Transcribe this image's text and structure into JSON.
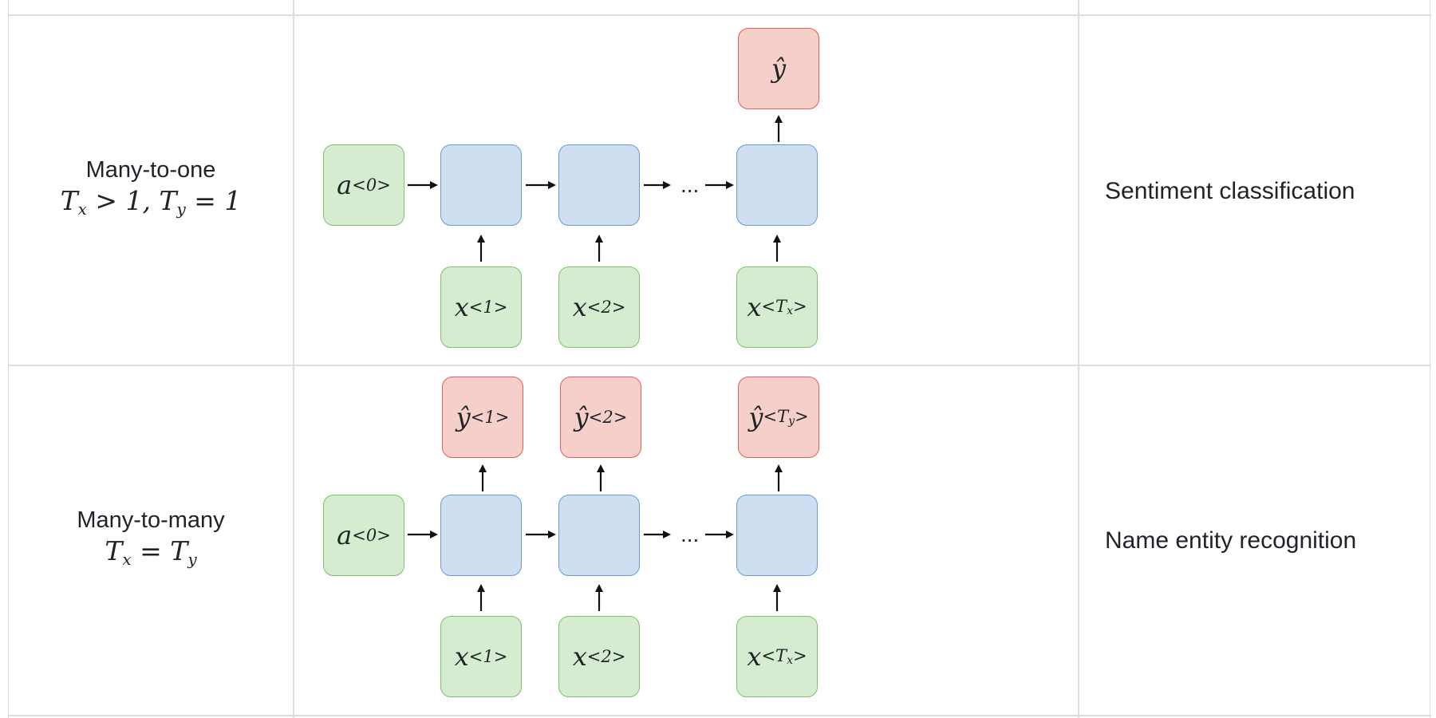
{
  "rows": [
    {
      "type_name": "Many-to-one",
      "type_condition": "Tx > 1, Ty = 1",
      "example": "Sentiment classification",
      "diagram": {
        "initial_state": "a<0>",
        "inputs": [
          "x<1>",
          "x<2>",
          "x<Tx>"
        ],
        "outputs": [
          "ŷ"
        ],
        "ellipsis": "..."
      }
    },
    {
      "type_name": "Many-to-many",
      "type_condition": "Tx = Ty",
      "example": "Name entity recognition",
      "diagram": {
        "initial_state": "a<0>",
        "inputs": [
          "x<1>",
          "x<2>",
          "x<Tx>"
        ],
        "outputs": [
          "ŷ<1>",
          "ŷ<2>",
          "ŷ<Ty>"
        ],
        "ellipsis": "..."
      }
    }
  ],
  "colors": {
    "input_fill": "#d5ecd0",
    "input_border": "#7bc26b",
    "hidden_fill": "#cddff0",
    "hidden_border": "#6c9bd3",
    "output_fill": "#f6cfca",
    "output_border": "#e0605a",
    "grid_line": "#d8dee4"
  }
}
